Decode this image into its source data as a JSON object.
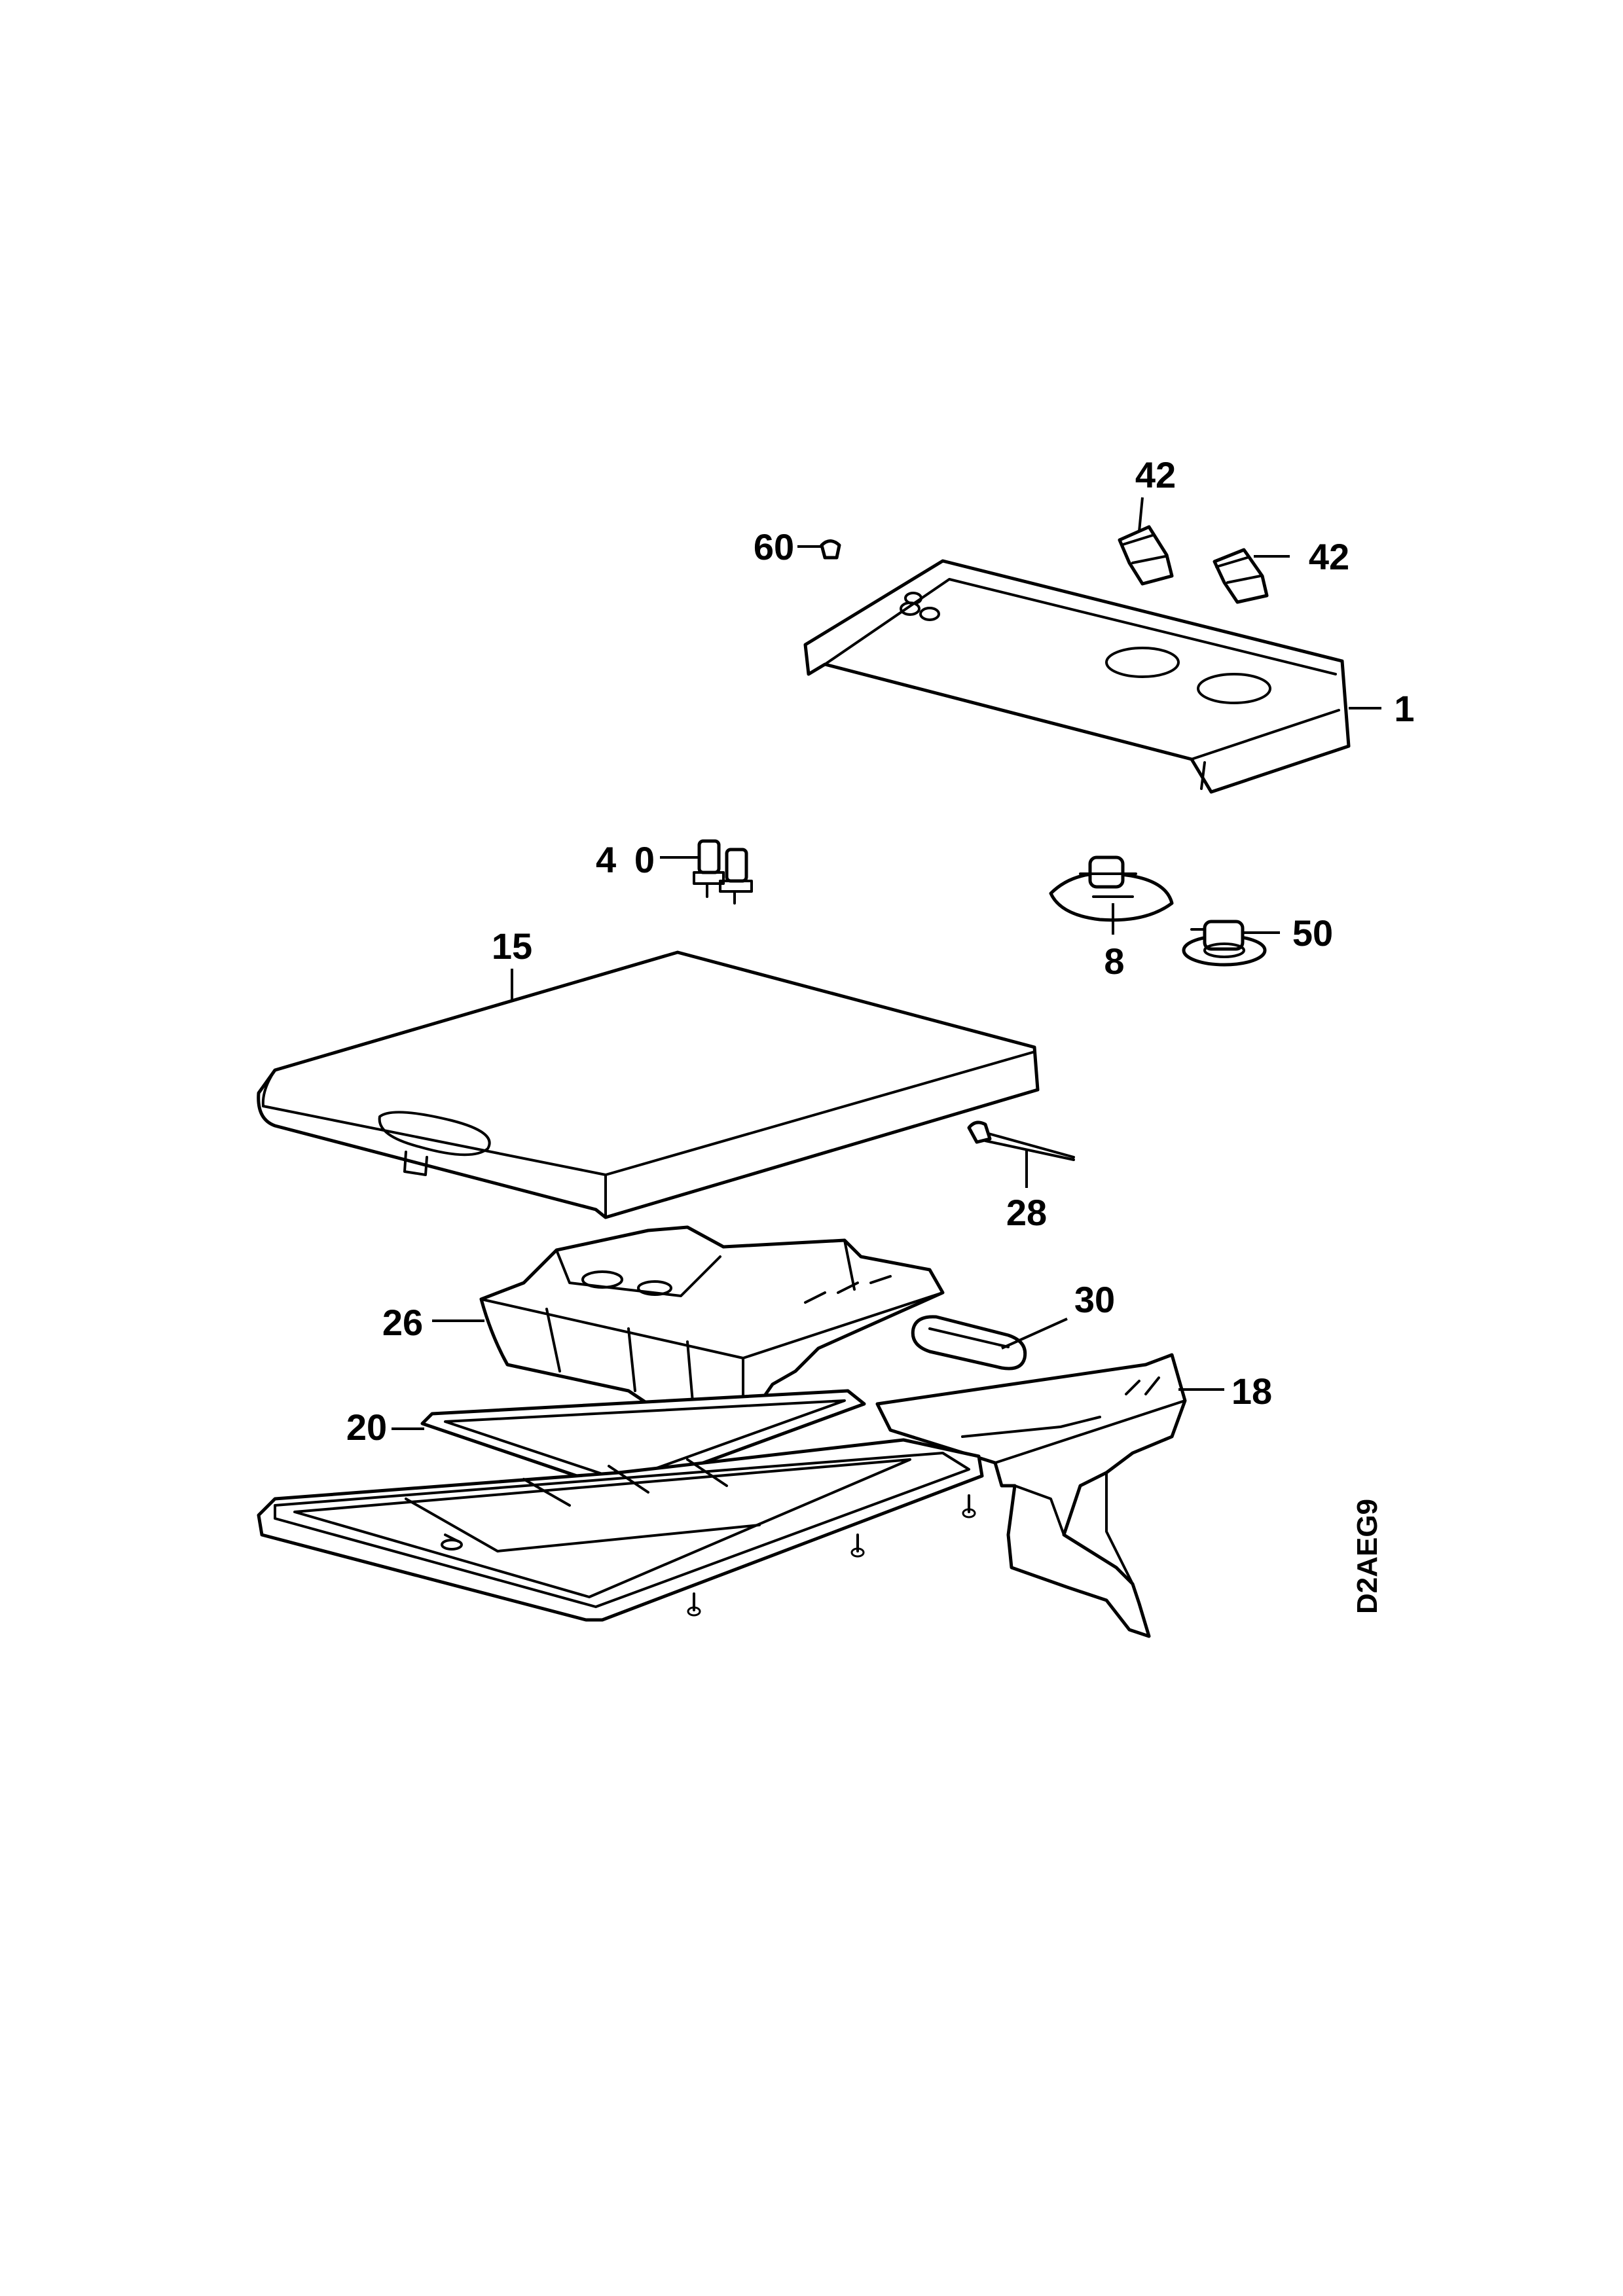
{
  "diagram_code": "D2AEG9",
  "labels": {
    "p1": "1",
    "p8": "8",
    "p15": "15",
    "p18": "18",
    "p20": "20",
    "p26": "26",
    "p28": "28",
    "p30": "30",
    "p40": "40",
    "p42a": "42",
    "p42b": "42",
    "p50": "50",
    "p60": "60"
  }
}
